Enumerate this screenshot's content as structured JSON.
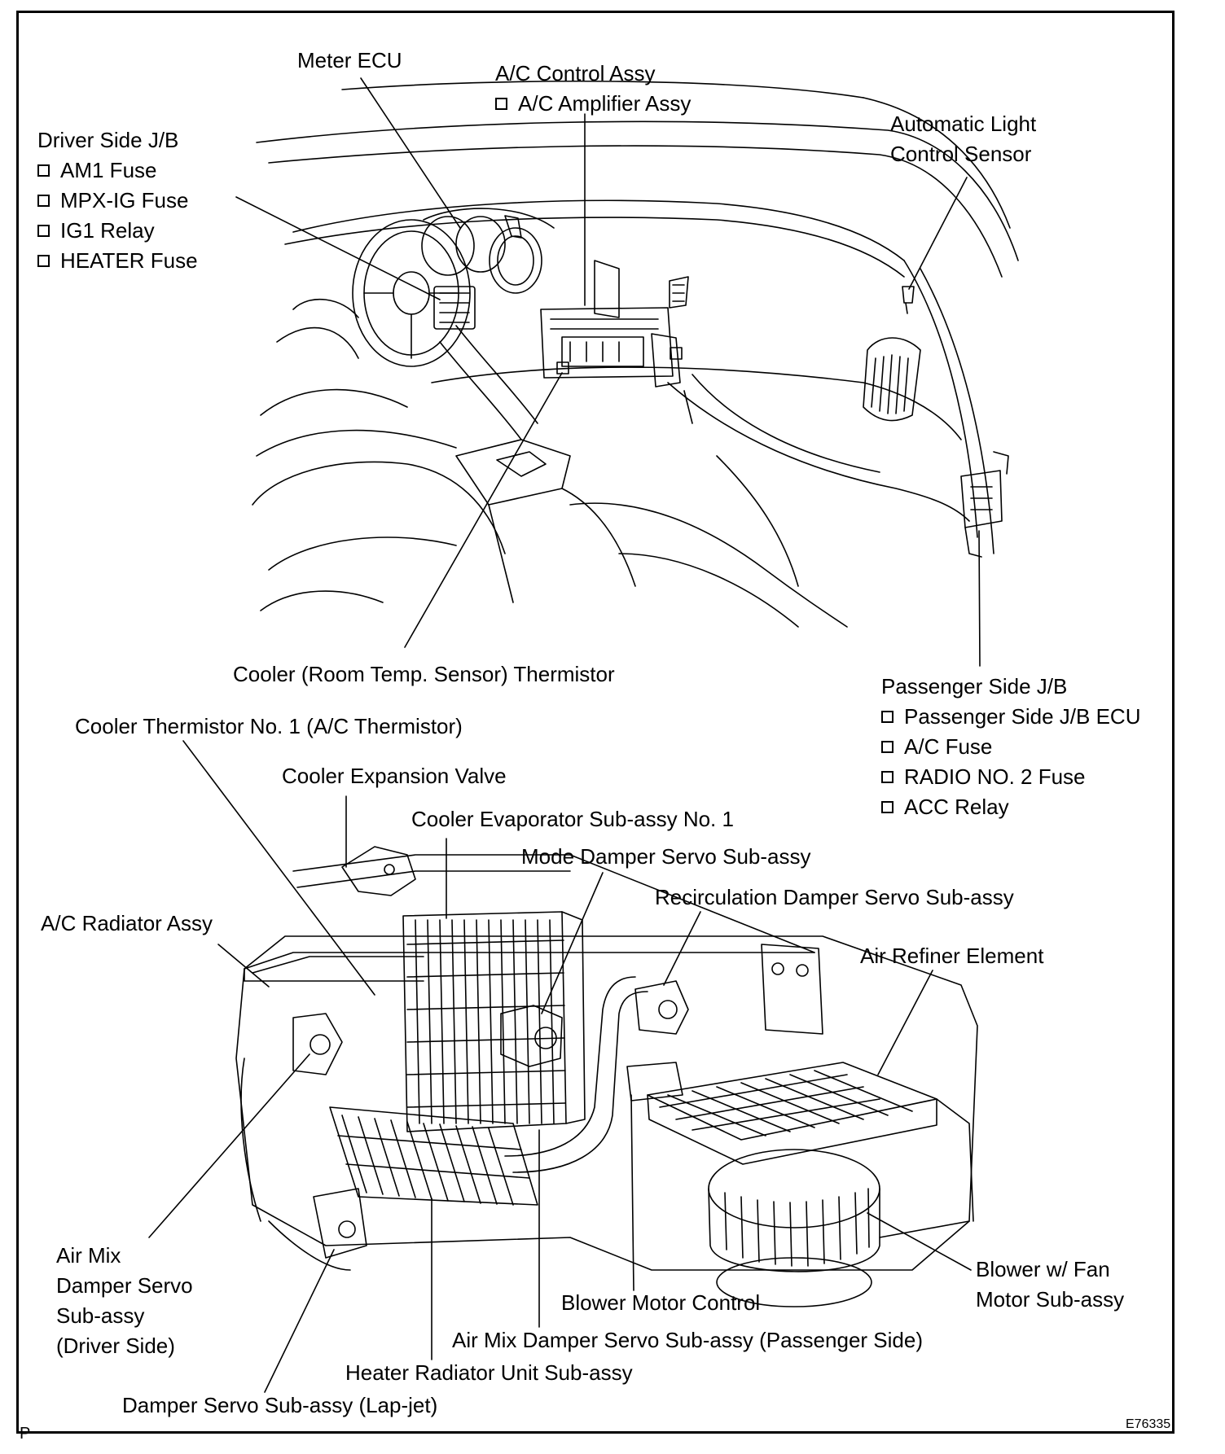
{
  "labels": {
    "meter_ecu": "Meter ECU",
    "ac_control": {
      "title": "A/C Control Assy",
      "items": [
        "A/C Amplifier Assy"
      ]
    },
    "driver_jb": {
      "title": "Driver Side J/B",
      "items": [
        "AM1 Fuse",
        "MPX-IG Fuse",
        "IG1 Relay",
        "HEATER Fuse"
      ]
    },
    "auto_light": {
      "line1": "Automatic Light",
      "line2": "Control Sensor"
    },
    "room_thermistor": "Cooler (Room Temp. Sensor) Thermistor",
    "passenger_jb": {
      "title": "Passenger Side J/B",
      "items": [
        "Passenger Side J/B ECU",
        "A/C Fuse",
        "RADIO NO. 2 Fuse",
        "ACC Relay"
      ]
    },
    "cooler_thermistor_1": "Cooler Thermistor No. 1 (A/C Thermistor)",
    "expansion_valve": "Cooler Expansion Valve",
    "evaporator": "Cooler Evaporator Sub-assy No. 1",
    "mode_damper": "Mode Damper Servo Sub-assy",
    "recirc_damper": "Recirculation Damper Servo Sub-assy",
    "ac_radiator": "A/C Radiator Assy",
    "air_refiner": "Air Refiner Element",
    "air_mix_driver": {
      "lines": [
        "Air Mix",
        "Damper Servo",
        "Sub-assy",
        "(Driver Side)"
      ]
    },
    "blower_fan": {
      "line1": "Blower w/ Fan",
      "line2": "Motor Sub-assy"
    },
    "blower_control": "Blower Motor Control",
    "air_mix_passenger": "Air Mix Damper Servo Sub-assy (Passenger Side)",
    "heater_radiator": "Heater Radiator Unit Sub-assy",
    "lap_jet": "Damper Servo Sub-assy (Lap-jet)"
  },
  "corner_mark": "P",
  "figure_code": "E76335"
}
